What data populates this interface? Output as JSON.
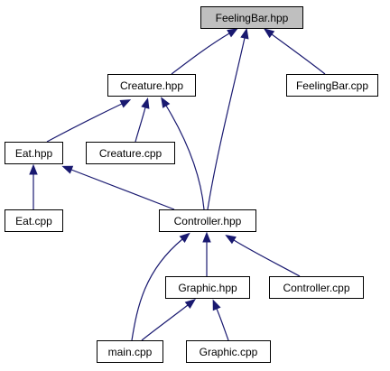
{
  "graph": {
    "colors": {
      "edge": "#191970",
      "node_border": "#000000",
      "node_fill": "#ffffff",
      "root_fill": "#bfbfbf"
    },
    "nodes": [
      {
        "id": "feelingbar_hpp",
        "label": "FeelingBar.hpp",
        "root": true
      },
      {
        "id": "creature_hpp",
        "label": "Creature.hpp"
      },
      {
        "id": "feelingbar_cpp",
        "label": "FeelingBar.cpp"
      },
      {
        "id": "eat_hpp",
        "label": "Eat.hpp"
      },
      {
        "id": "creature_cpp",
        "label": "Creature.cpp"
      },
      {
        "id": "eat_cpp",
        "label": "Eat.cpp"
      },
      {
        "id": "controller_hpp",
        "label": "Controller.hpp"
      },
      {
        "id": "graphic_hpp",
        "label": "Graphic.hpp"
      },
      {
        "id": "controller_cpp",
        "label": "Controller.cpp"
      },
      {
        "id": "main_cpp",
        "label": "main.cpp"
      },
      {
        "id": "graphic_cpp",
        "label": "Graphic.cpp"
      }
    ],
    "edges": [
      {
        "from": "creature_hpp",
        "to": "feelingbar_hpp"
      },
      {
        "from": "controller_hpp",
        "to": "feelingbar_hpp"
      },
      {
        "from": "feelingbar_cpp",
        "to": "feelingbar_hpp"
      },
      {
        "from": "eat_hpp",
        "to": "creature_hpp"
      },
      {
        "from": "creature_cpp",
        "to": "creature_hpp"
      },
      {
        "from": "controller_hpp",
        "to": "creature_hpp"
      },
      {
        "from": "eat_cpp",
        "to": "eat_hpp"
      },
      {
        "from": "controller_hpp",
        "to": "eat_hpp"
      },
      {
        "from": "main_cpp",
        "to": "controller_hpp"
      },
      {
        "from": "graphic_hpp",
        "to": "controller_hpp"
      },
      {
        "from": "controller_cpp",
        "to": "controller_hpp"
      },
      {
        "from": "main_cpp",
        "to": "graphic_hpp"
      },
      {
        "from": "graphic_cpp",
        "to": "graphic_hpp"
      }
    ]
  }
}
